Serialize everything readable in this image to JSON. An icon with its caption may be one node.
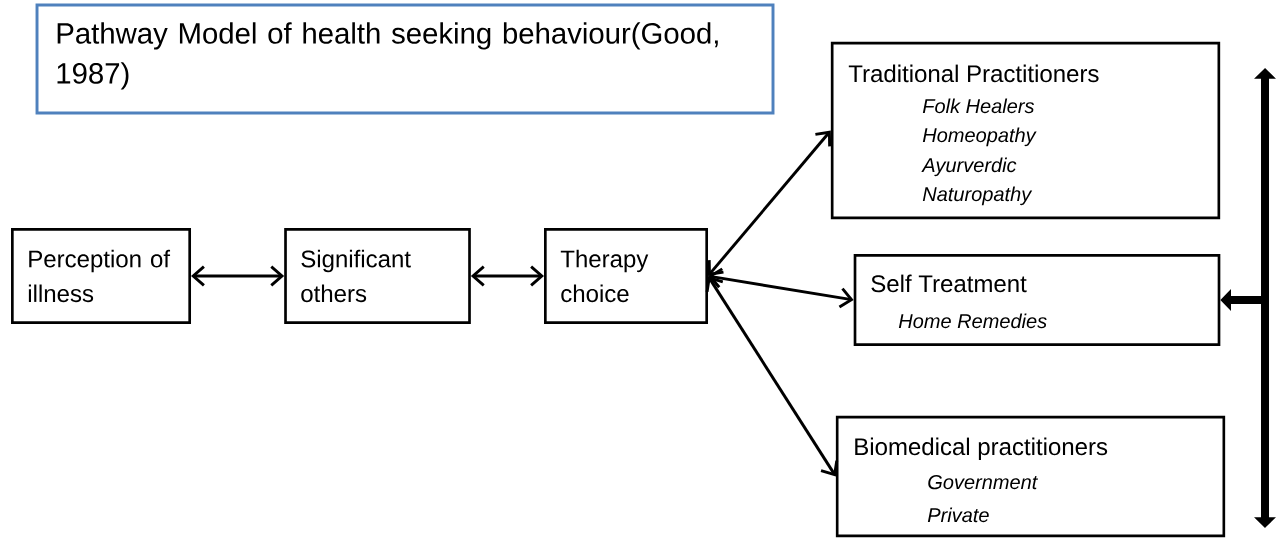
{
  "diagram": {
    "title": "Pathway Model of health seeking behaviour(Good, 1987)",
    "nodes": [
      {
        "text": [
          "Perception of illness"
        ]
      },
      {
        "text": [
          "Significant others"
        ]
      },
      {
        "text": [
          "Therapy choice"
        ]
      },
      {
        "text": [
          "Traditional Practitioners",
          "Folk Healers",
          "Homeopathy",
          "Ayurverdic",
          "Naturopathy"
        ]
      },
      {
        "text": [
          "Self Treatment",
          "Home Remedies"
        ]
      },
      {
        "text": [
          "Biomedical practitioners",
          "Government",
          "Private"
        ]
      }
    ],
    "edges": [
      {
        "from": 0,
        "to": 1,
        "arrow": "both"
      },
      {
        "from": 1,
        "to": 2,
        "arrow": "both"
      },
      {
        "from": 2,
        "to": 3,
        "arrow": "both"
      },
      {
        "from": 2,
        "to": 4,
        "arrow": "both"
      },
      {
        "from": 2,
        "to": 5,
        "arrow": "both"
      },
      {
        "from": null,
        "to": 4,
        "arrow": "to",
        "style": "thick"
      }
    ]
  }
}
